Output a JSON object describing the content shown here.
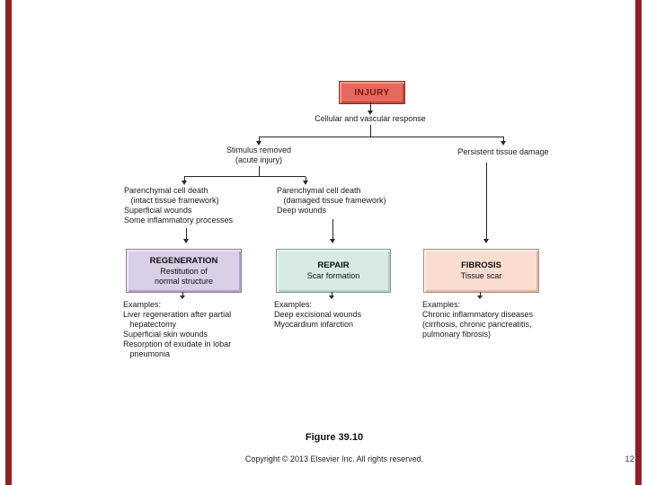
{
  "slide": {
    "figure_caption": "Figure 39.10",
    "copyright": "Copyright © 2013 Elsevier Inc. All rights reserved.",
    "page_number": "12",
    "accent_bar_color": "#8b2125"
  },
  "flowchart": {
    "injury_label": "INJURY",
    "response_label": "Cellular and vascular response",
    "acute_branch": {
      "line1": "Stimulus removed",
      "line2": "(acute injury)"
    },
    "chronic_branch": {
      "label": "Persistent tissue damage"
    },
    "regeneration_path": {
      "lines": [
        "Parenchymal cell death",
        "   (intact tissue framework)",
        "Superficial wounds",
        "Some inflammatory processes"
      ]
    },
    "repair_path": {
      "lines": [
        "Parenchymal cell death",
        "   (damaged tissue framework)",
        "Deep wounds"
      ]
    },
    "outcome_boxes": [
      {
        "title": "REGENERATION",
        "subtitle_lines": [
          "Restitution of",
          "normal structure"
        ],
        "fill": "#d9cfe6"
      },
      {
        "title": "REPAIR",
        "subtitle_lines": [
          "Scar formation"
        ],
        "fill": "#d8eae5"
      },
      {
        "title": "FIBROSIS",
        "subtitle_lines": [
          "Tissue scar"
        ],
        "fill": "#fadcd0"
      }
    ],
    "examples": [
      {
        "lines": [
          "Examples:",
          "Liver regeneration after partial",
          "   hepatectomy",
          "Superficial skin wounds",
          "Resorption of exudate in lobar",
          "   pneumonia"
        ]
      },
      {
        "lines": [
          "Examples:",
          "Deep excisional wounds",
          "Myocardium infarction"
        ]
      },
      {
        "lines": [
          "Examples:",
          "Chronic inflammatory diseases",
          "(cirrhosis, chronic pancreatitis,",
          "pulmonary fibrosis)"
        ]
      }
    ]
  }
}
